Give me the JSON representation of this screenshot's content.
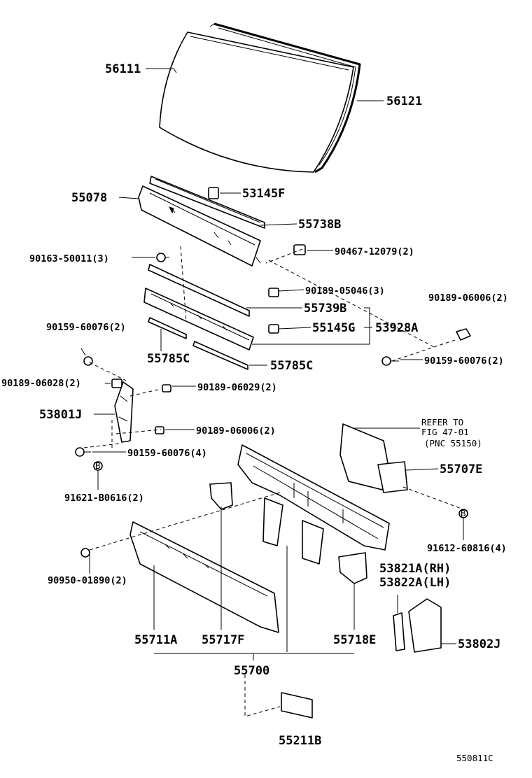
{
  "diagram": {
    "labels": {
      "p56111": "56111",
      "p56121": "56121",
      "p55078": "55078",
      "p53145F": "53145F",
      "p55738B": "55738B",
      "p90163": "90163-50011(3)",
      "p90467": "90467-12079(2)",
      "p90189_05046": "90189-05046(3)",
      "p90189_06006a": "90189-06006(2)",
      "p55739B": "55739B",
      "p90159a": "90159-60076(2)",
      "p55145G": "55145G",
      "p53928A": "53928A",
      "p55785C_a": "55785C",
      "p55785C_b": "55785C",
      "p90159b": "90159-60076(2)",
      "p90189_06028": "90189-06028(2)",
      "p90189_06029": "90189-06029(2)",
      "p53801J": "53801J",
      "p90189_06006b": "90189-06006(2)",
      "refer1": "REFER TO",
      "refer2": "FIG 47-01",
      "refer3": "(PNC 55150)",
      "p90159c": "90159-60076(4)",
      "p55707E": "55707E",
      "p91621": "91621-B0616(2)",
      "p91612": "91612-60816(4)",
      "p53821A": "53821A(RH)",
      "p53822A": "53822A(LH)",
      "p90950": "90950-01890(2)",
      "p55711A": "55711A",
      "p55717F": "55717F",
      "p55718E": "55718E",
      "p53802J": "53802J",
      "p55700": "55700",
      "p55211B": "55211B",
      "diagram_id": "550811C",
      "b1": "B",
      "b2": "B"
    }
  }
}
